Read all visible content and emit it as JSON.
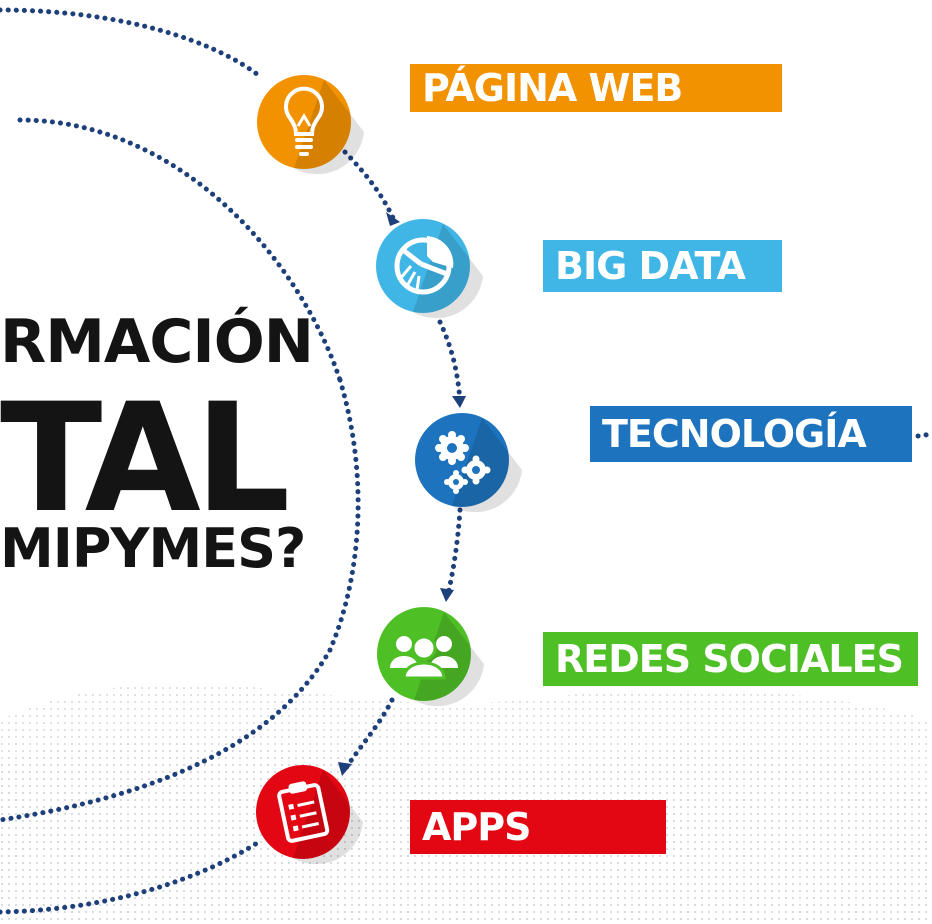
{
  "headline": {
    "line1": "RMACIÓN",
    "line2": "TAL",
    "line3": "MIPYMES?"
  },
  "steps": [
    {
      "label": "PÁGINA WEB",
      "color": "#f39200",
      "icon": "lightbulb-icon"
    },
    {
      "label": "BIG DATA",
      "color": "#3fb6e6",
      "icon": "pie-chart-icon"
    },
    {
      "label": "TECNOLOGÍA",
      "color": "#1d73be",
      "icon": "gears-icon"
    },
    {
      "label": "REDES SOCIALES",
      "color": "#4fbf26",
      "icon": "group-icon"
    },
    {
      "label": "APPS",
      "color": "#e30613",
      "icon": "clipboard-icon"
    }
  ],
  "colors": {
    "dots": "#1d3f7a",
    "text": "#141414"
  }
}
